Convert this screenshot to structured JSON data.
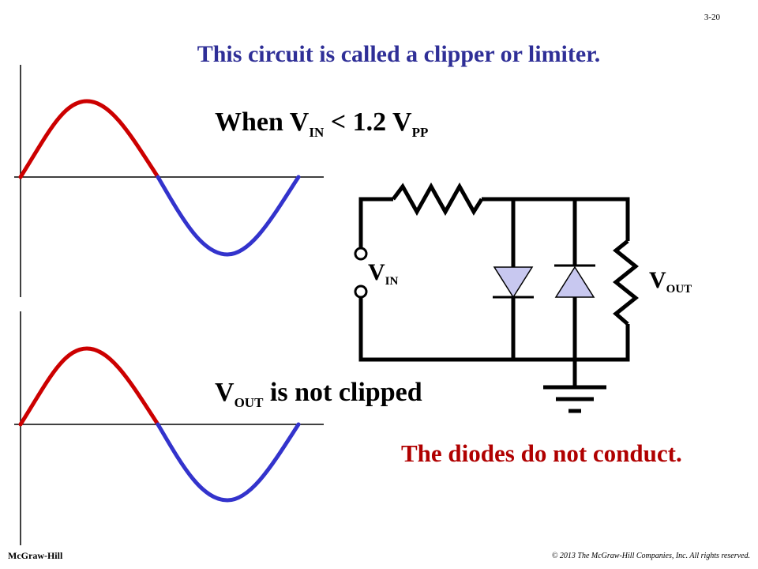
{
  "slide_number": "3-20",
  "title": "This circuit is called a clipper or limiter.",
  "condition": {
    "prefix": "When V",
    "sub1": "IN",
    "middle": " < 1.2 V",
    "sub2": "PP"
  },
  "vin_label": {
    "main": "V",
    "sub": "IN"
  },
  "vout_label": {
    "main": "V",
    "sub": "OUT"
  },
  "output_note": {
    "main": "V",
    "sub": "OUT",
    "rest": " is not clipped"
  },
  "conduction_note": "The diodes do not conduct.",
  "footer": {
    "publisher": "McGraw-Hill",
    "copyright": "© 2013 The McGraw-Hill Companies, Inc. All rights reserved."
  },
  "colors": {
    "title": "#2f2f97",
    "positive_half": "#cc0000",
    "negative_half": "#3333cc",
    "note": "#b00000",
    "diode_fill": "#c8c8f0"
  }
}
